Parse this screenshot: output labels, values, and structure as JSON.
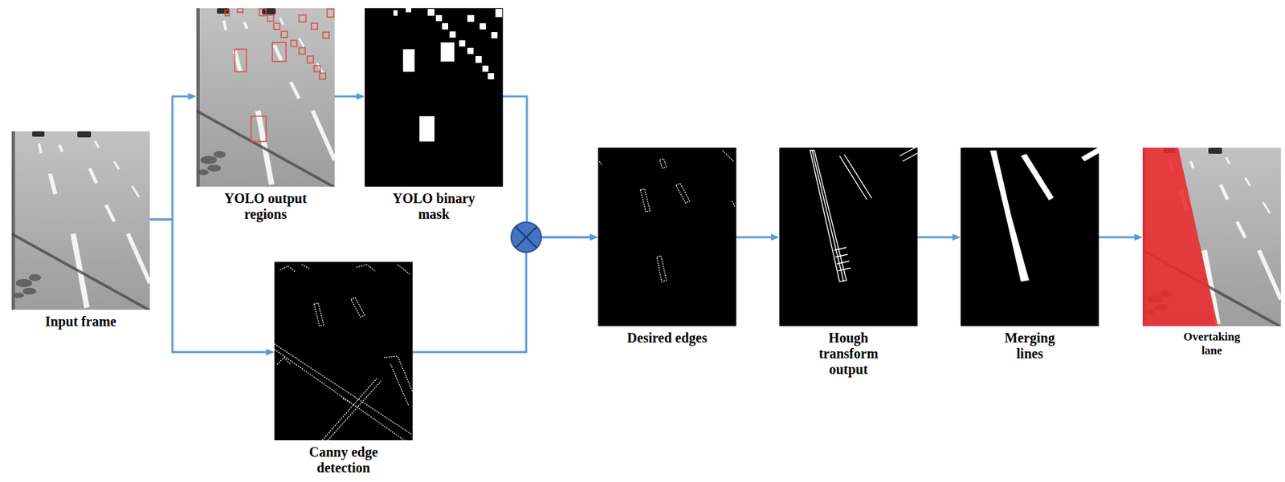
{
  "diagram": {
    "nodes": [
      {
        "text": [
          "Input frame"
        ]
      },
      {
        "text": [
          "YOLO output regions"
        ]
      },
      {
        "text": [
          "YOLO binary mask"
        ]
      },
      {
        "text": [
          "Canny edge detection"
        ]
      },
      {
        "text": [
          "Desired edges"
        ]
      },
      {
        "text": [
          "Hough transform output"
        ]
      },
      {
        "text": [
          "Merging lines"
        ]
      },
      {
        "text": [
          "Overtaking lane"
        ]
      }
    ],
    "edges": [
      {
        "from": 0,
        "to": 1,
        "arrow": "to"
      },
      {
        "from": 0,
        "to": 3,
        "arrow": "to"
      },
      {
        "from": 1,
        "to": 2,
        "arrow": "to"
      },
      {
        "from": 2,
        "to": 4,
        "arrow": "to"
      },
      {
        "from": 3,
        "to": 4,
        "arrow": "to"
      },
      {
        "from": 4,
        "to": 5,
        "arrow": "to"
      },
      {
        "from": 5,
        "to": 6,
        "arrow": "to"
      },
      {
        "from": 6,
        "to": 7,
        "arrow": "to"
      }
    ]
  }
}
